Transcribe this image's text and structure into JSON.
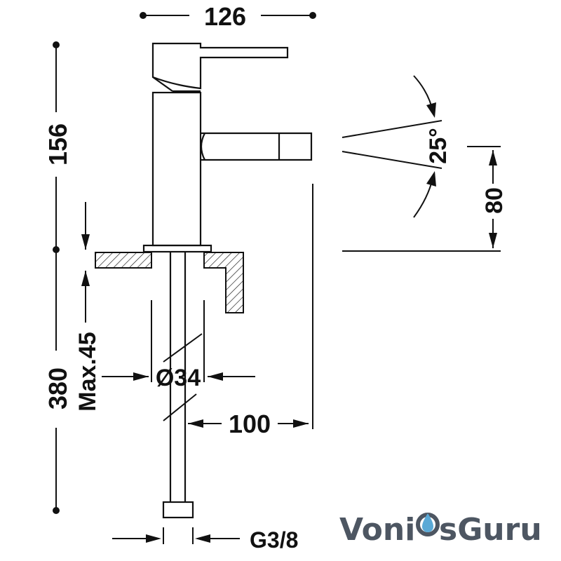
{
  "dimensions": {
    "width_top": "126",
    "height_body": "156",
    "spout_angle": "25°",
    "spout_height": "80",
    "deck_thickness": "Max.45",
    "total_height": "380",
    "hole_diameter": "Ø34",
    "spout_reach": "100",
    "thread": "G3/8"
  },
  "logo": {
    "part1": "Voni",
    "part2": "sGuru",
    "drop_icon": "water-drop-icon"
  },
  "colors": {
    "line": "#111111",
    "logo_text": "#4d5662",
    "logo_drop": "#5aa9d6"
  }
}
